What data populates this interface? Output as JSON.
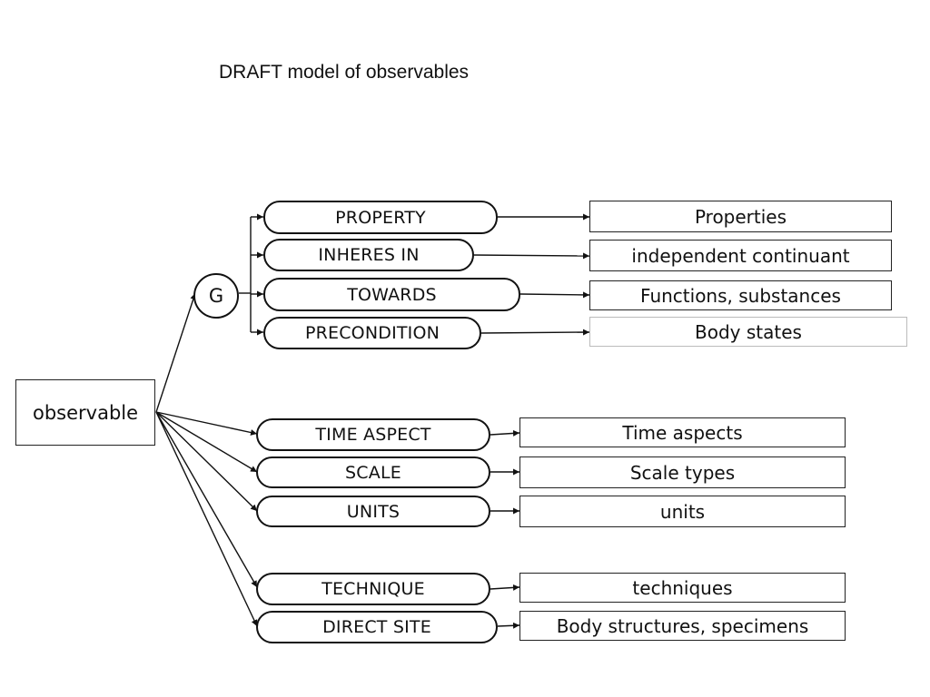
{
  "title": "DRAFT model of observables",
  "root": "observable",
  "group_node": "G",
  "grouped_attributes": [
    {
      "attribute": "PROPERTY",
      "range": "Properties"
    },
    {
      "attribute": "INHERES IN",
      "range": "independent continuant"
    },
    {
      "attribute": "TOWARDS",
      "range": "Functions, substances"
    },
    {
      "attribute": "PRECONDITION",
      "range": "Body states"
    }
  ],
  "direct_attributes": [
    {
      "attribute": "TIME ASPECT",
      "range": "Time aspects"
    },
    {
      "attribute": "SCALE",
      "range": "Scale types"
    },
    {
      "attribute": "UNITS",
      "range": "units"
    },
    {
      "attribute": "TECHNIQUE",
      "range": "techniques"
    },
    {
      "attribute": "DIRECT SITE",
      "range": "Body structures, specimens"
    }
  ]
}
